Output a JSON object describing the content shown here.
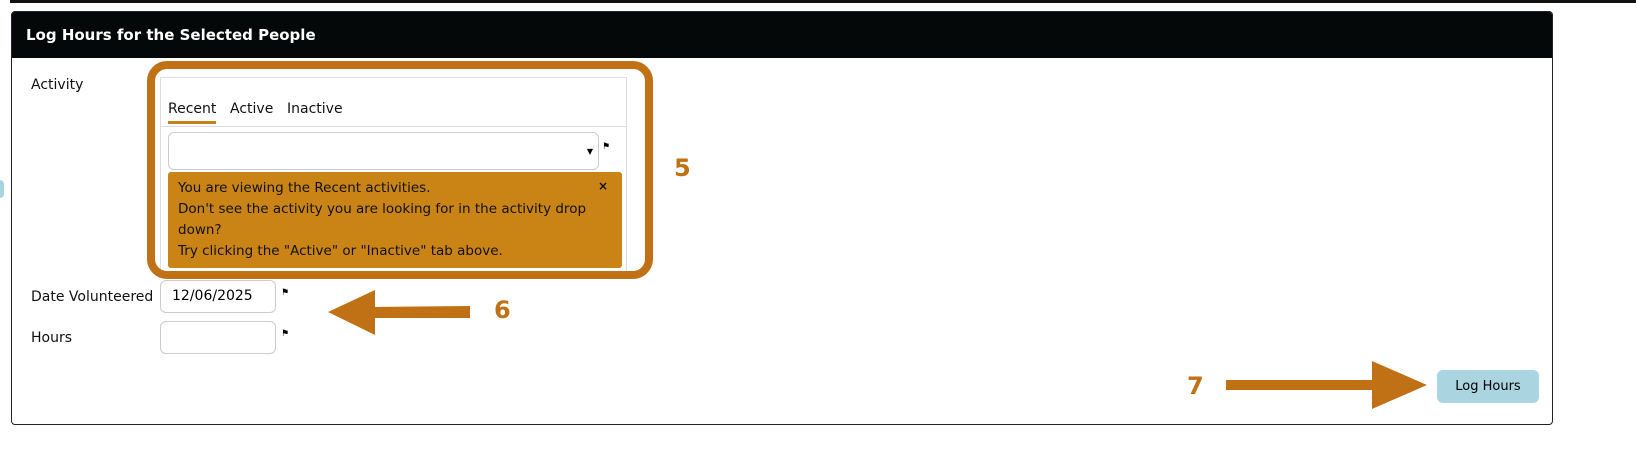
{
  "header": {
    "title": "Log Hours for the Selected People"
  },
  "form": {
    "activity_label": "Activity",
    "tabs": [
      "Recent",
      "Active",
      "Inactive"
    ],
    "active_tab": "Recent",
    "activity_value": "",
    "alert": {
      "line1": "You are viewing the Recent activities.",
      "line2": "Don't see the activity you are looking for in the activity drop down?",
      "line3": "Try clicking the \"Active\" or \"Inactive\" tab above.",
      "close": "×"
    },
    "date_label": "Date Volunteered",
    "date_value": "12/06/2025",
    "hours_label": "Hours",
    "hours_value": "",
    "submit_label": "Log Hours"
  },
  "annotations": {
    "a5": "5",
    "a6": "6",
    "a7": "7",
    "color": "#c07015"
  }
}
